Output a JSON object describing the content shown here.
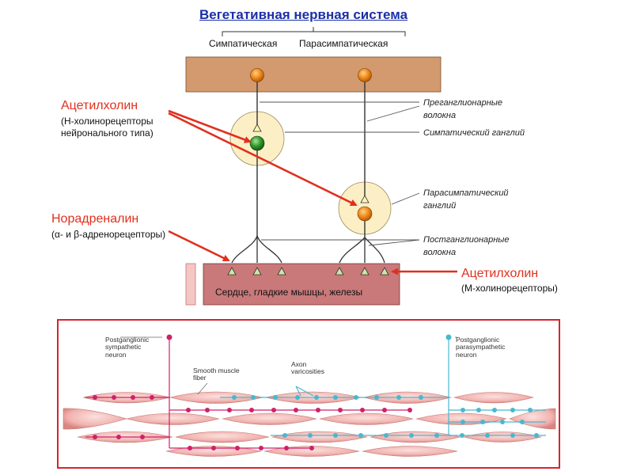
{
  "diagram": {
    "title": "Вегетативная нервная система",
    "branches": {
      "sympathetic": "Симпатическая",
      "parasympathetic": "Парасимпатическая"
    },
    "ach_nicotinic": {
      "name": "Ацетилхолин",
      "line1": "(Н-холинорецепторы",
      "line2": "нейронального  типа)"
    },
    "noradrenaline": {
      "name": "Норадреналин",
      "receptors": "(α- и β-адренорецепторы)"
    },
    "ach_muscarinic": {
      "name": "Ацетилхолин",
      "receptors": "(М-холинорецепторы)"
    },
    "right_labels": {
      "preganglionic_1": "Преганглионарные",
      "preganglionic_2": "волокна",
      "symp_ganglion": "Симпатический  ганглий",
      "parasymp_ganglion_1": "Парасимпатический",
      "parasymp_ganglion_2": "ганглий",
      "postganglionic_1": "Постганглионарные",
      "postganglionic_2": "волокна"
    },
    "effector_organs": "Сердце, гладкие мышцы, железы"
  },
  "inset": {
    "symp_neuron": "Postganglionic\nsympathetic\nneuron",
    "smooth_muscle": "Smooth muscle\nfiber",
    "varicosities": "Axon\nvaricosities",
    "parasymp_neuron": "Postganglionic\nparasympathetic\nneuron"
  },
  "colors": {
    "title": "#1b2fa8",
    "highlight_red": "#e0301e",
    "spinal_band": "#d29a6e",
    "effector_band": "#c9797a",
    "ganglion_fill": "#fcefc6",
    "neuron_orange": "#f08a1c",
    "neuron_green": "#2f9a2c",
    "sympathetic_magenta": "#d0206a",
    "parasympathetic_cyan": "#48b8d0",
    "muscle_fiber": "#f1b3b0"
  }
}
